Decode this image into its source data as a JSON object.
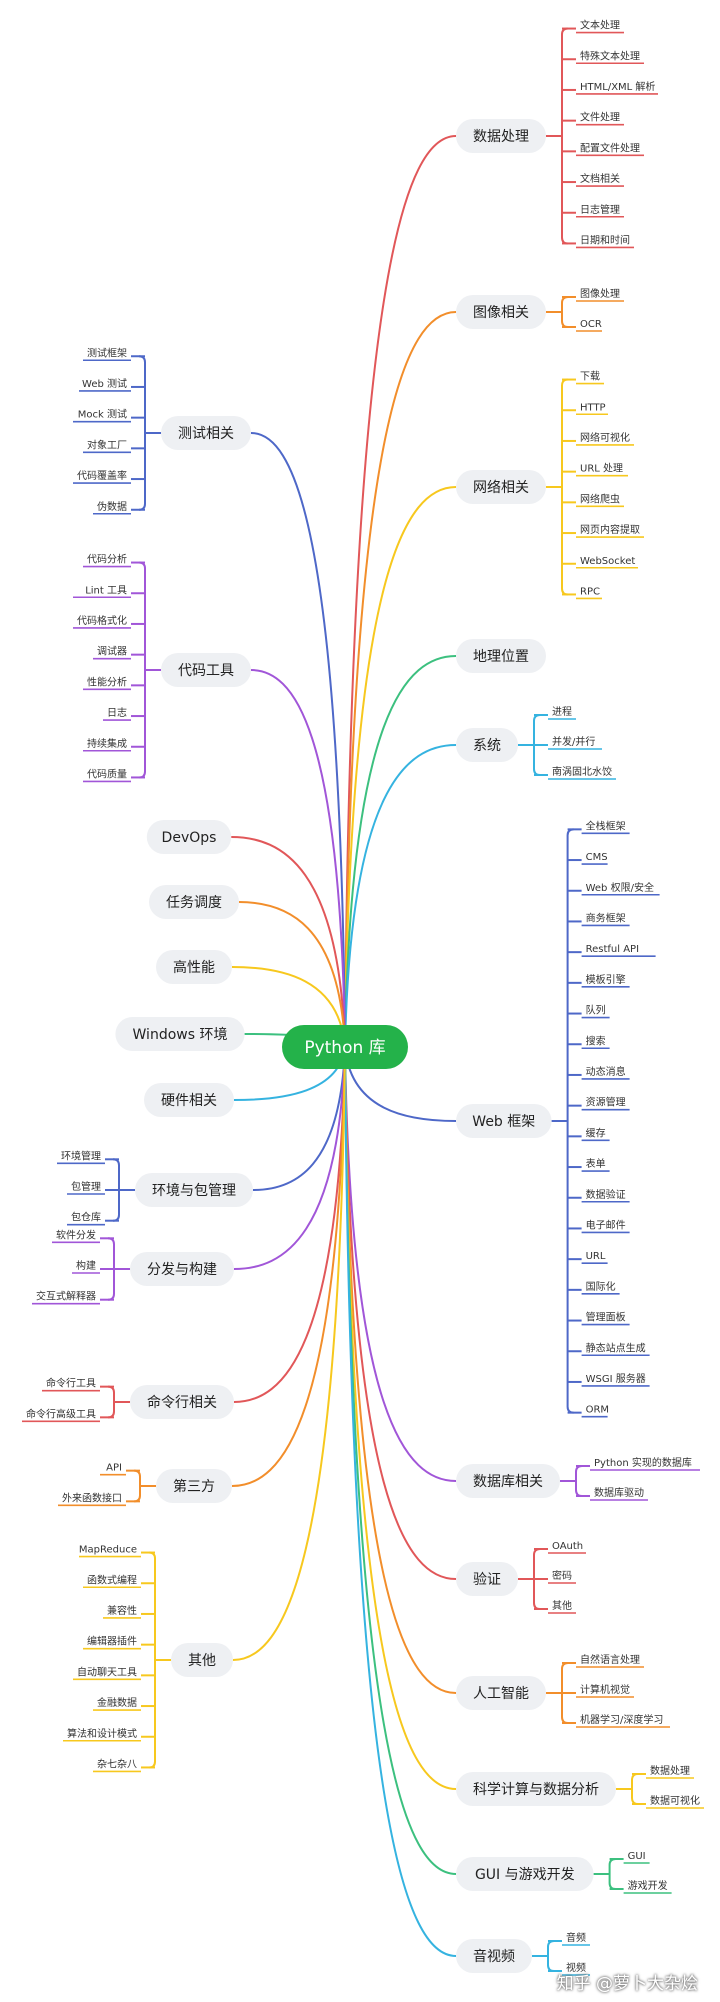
{
  "root": {
    "label": "Python 库"
  },
  "colors": {
    "red": "#e15759",
    "orange": "#f28e2b",
    "yellow": "#f7c81e",
    "green": "#3cc07f",
    "cyan": "#35b3e0",
    "blue": "#4e68c8",
    "purple": "#a156d8",
    "center_fill": "#24b24a",
    "node_fill": "#eef0f3"
  },
  "right_branches": [
    {
      "label": "数据处理",
      "color": "red",
      "children": [
        "文本处理",
        "特殊文本处理",
        "HTML/XML 解析",
        "文件处理",
        "配置文件处理",
        "文档相关",
        "日志管理",
        "日期和时间"
      ]
    },
    {
      "label": "图像相关",
      "color": "orange",
      "children": [
        "图像处理",
        "OCR"
      ]
    },
    {
      "label": "网络相关",
      "color": "yellow",
      "children": [
        "下载",
        "HTTP",
        "网络可视化",
        "URL 处理",
        "网络爬虫",
        "网页内容提取",
        "WebSocket",
        "RPC"
      ]
    },
    {
      "label": "地理位置",
      "color": "green",
      "children": []
    },
    {
      "label": "系统",
      "color": "cyan",
      "children": [
        "进程",
        "并发/并行",
        "南涡固北水饺"
      ]
    },
    {
      "label": "Web 框架",
      "color": "blue",
      "children": [
        "全栈框架",
        "CMS",
        "Web 权限/安全",
        "商务框架",
        "Restful API",
        "模板引擎",
        "队列",
        "搜索",
        "动态消息",
        "资源管理",
        "缓存",
        "表单",
        "数据验证",
        "电子邮件",
        "URL",
        "国际化",
        "管理面板",
        "静态站点生成",
        "WSGI 服务器",
        "ORM"
      ]
    },
    {
      "label": "数据库相关",
      "color": "purple",
      "children": [
        "Python 实现的数据库",
        "数据库驱动"
      ]
    },
    {
      "label": "验证",
      "color": "red",
      "children": [
        "OAuth",
        "密码",
        "其他"
      ]
    },
    {
      "label": "人工智能",
      "color": "orange",
      "children": [
        "自然语言处理",
        "计算机视觉",
        "机器学习/深度学习"
      ]
    },
    {
      "label": "科学计算与数据分析",
      "color": "yellow",
      "children": [
        "数据处理",
        "数据可视化"
      ]
    },
    {
      "label": "GUI 与游戏开发",
      "color": "green",
      "children": [
        "GUI",
        "游戏开发"
      ]
    },
    {
      "label": "音视频",
      "color": "cyan",
      "children": [
        "音频",
        "视频"
      ]
    }
  ],
  "left_branches": [
    {
      "label": "测试相关",
      "color": "blue",
      "children": [
        "测试框架",
        "Web 测试",
        "Mock 测试",
        "对象工厂",
        "代码覆盖率",
        "伪数据"
      ]
    },
    {
      "label": "代码工具",
      "color": "purple",
      "children": [
        "代码分析",
        "Lint 工具",
        "代码格式化",
        "调试器",
        "性能分析",
        "日志",
        "持续集成",
        "代码质量"
      ]
    },
    {
      "label": "DevOps",
      "color": "red",
      "children": []
    },
    {
      "label": "任务调度",
      "color": "orange",
      "children": []
    },
    {
      "label": "高性能",
      "color": "yellow",
      "children": []
    },
    {
      "label": "Windows 环境",
      "color": "green",
      "children": []
    },
    {
      "label": "硬件相关",
      "color": "cyan",
      "children": []
    },
    {
      "label": "环境与包管理",
      "color": "blue",
      "children": [
        "环境管理",
        "包管理",
        "包仓库"
      ]
    },
    {
      "label": "分发与构建",
      "color": "purple",
      "children": [
        "软件分发",
        "构建",
        "交互式解释器"
      ]
    },
    {
      "label": "命令行相关",
      "color": "red",
      "children": [
        "命令行工具",
        "命令行高级工具"
      ]
    },
    {
      "label": "第三方",
      "color": "orange",
      "children": [
        "API",
        "外来函数接口"
      ]
    },
    {
      "label": "其他",
      "color": "yellow",
      "children": [
        "MapReduce",
        "函数式编程",
        "兼容性",
        "编辑器插件",
        "自动聊天工具",
        "金融数据",
        "算法和设计模式",
        "杂七杂八"
      ]
    }
  ],
  "watermark": "知乎 @萝卜大杂烩"
}
